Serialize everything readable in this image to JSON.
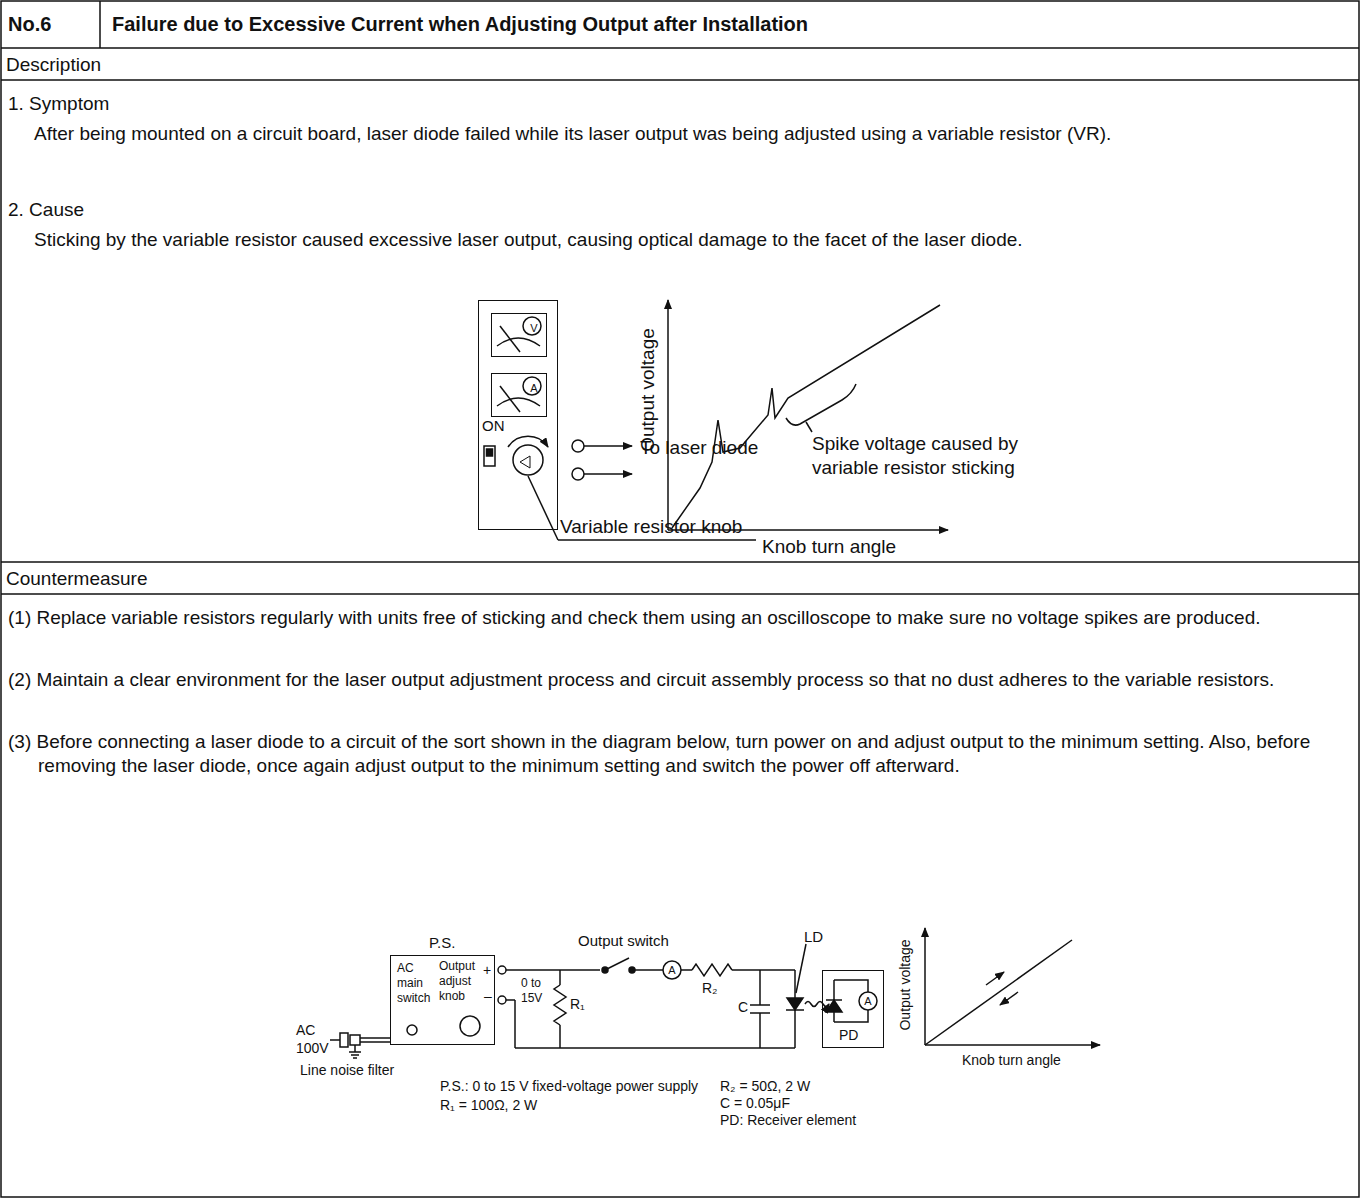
{
  "diagram": {
    "nodes": [
      {
        "text": [
          "No.6"
        ]
      },
      {
        "text": [
          "Failure due to Excessive Current when Adjusting Output after Installation"
        ]
      },
      {
        "text": [
          "Description"
        ]
      },
      {
        "text": [
          "1. Symptom",
          "After being mounted on a circuit board, laser diode failed while its laser output was being adjusted using a variable resistor (VR).",
          "2. Cause",
          "Sticking by the variable resistor caused excessive laser output, causing optical damage to the facet of the laser diode."
        ]
      },
      {
        "text": [
          "ON"
        ],
        "in": 3
      },
      {
        "text": [
          "V"
        ],
        "in": 4
      },
      {
        "text": [
          "A"
        ],
        "in": 4
      },
      {
        "text": [
          "Countermeasure"
        ]
      },
      {
        "text": [
          "(1) Replace variable resistors regularly with units free of sticking and check them using an oscilloscope to make sure no voltage spikes are produced.",
          "(2) Maintain a clear environment for the laser output adjustment process and circuit assembly process so that no dust adheres to the variable resistors.",
          "(3) Before connecting a laser diode to a circuit of the sort shown in the diagram below, turn power on and adjust output to the minimum setting. Also, before removing the laser diode, once again adjust output to the minimum setting and switch the power off afterward."
        ]
      },
      {
        "text": [
          "P.S.",
          "AC main switch",
          "Output adjust knob",
          "+",
          "–"
        ],
        "in": 8
      },
      {
        "text": [
          "PD"
        ],
        "in": 8
      }
    ],
    "labels": [
      "To laser diode",
      "Variable resistor knob",
      "Output voltage",
      "Knob turn angle",
      "Spike voltage caused by variable resistor sticking",
      "AC 100V",
      "Line noise filter",
      "Output switch",
      "LD",
      "0 to 15V",
      "R₁",
      "R₂",
      "C",
      "A",
      "A",
      "Output voltage",
      "Knob turn angle",
      "P.S.: 0 to 15 V fixed-voltage power supply",
      "R₁ = 100Ω, 2 W",
      "R₂ = 50Ω, 2 W",
      "C = 0.05μF",
      "PD: Receiver element"
    ]
  }
}
